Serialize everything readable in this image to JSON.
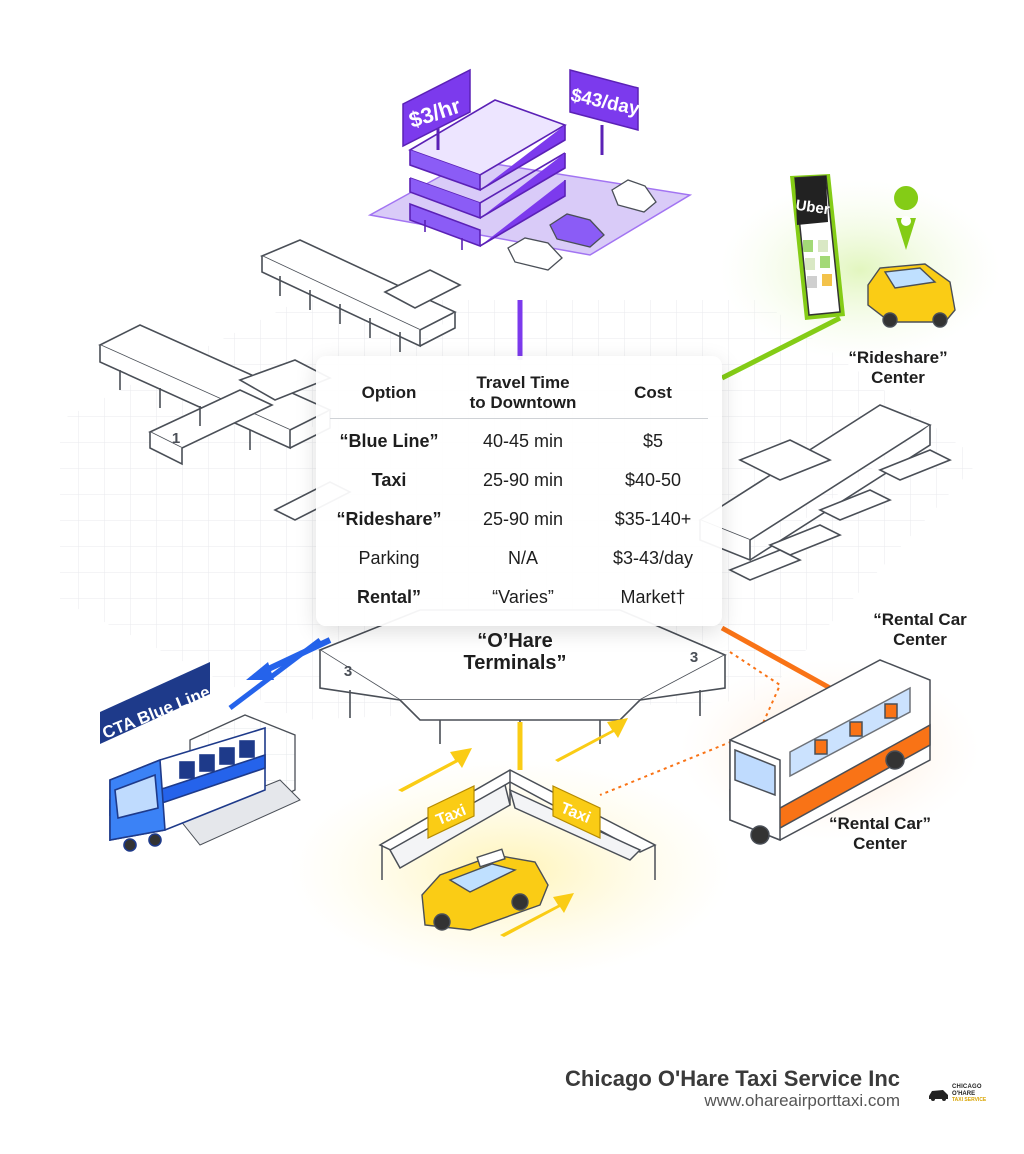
{
  "table": {
    "headers": [
      "Option",
      "Travel Time\nto Downtown",
      "Cost"
    ],
    "rows": [
      {
        "option": "“Blue Line”",
        "time": "40-45 min",
        "cost": "$5"
      },
      {
        "option": "Taxi",
        "time": "25-90 min",
        "cost": "$40-50"
      },
      {
        "option": "“Rideshare”",
        "time": "25-90 min",
        "cost": "$35-140+"
      },
      {
        "option": "Parking",
        "time": "N/A",
        "cost": "$3-43/day"
      },
      {
        "option": "Rental”",
        "time": "“Varies”",
        "cost": "Market†"
      }
    ]
  },
  "parking": {
    "sign_hourly": "$3/hr",
    "sign_daily": "$43/day"
  },
  "rideshare": {
    "phone_brand": "Uber",
    "label_line1": "“Rideshare”",
    "label_line2": "Center"
  },
  "terminals": {
    "label_line1": "“O’Hare",
    "label_line2": "Terminals”",
    "terminal_numbers": [
      "1",
      "3",
      "3"
    ]
  },
  "cta": {
    "sign": "CTA Blue Line"
  },
  "taxi": {
    "sign_left": "Taxi",
    "sign_right": "Taxi"
  },
  "rental": {
    "label_top_line1": "“Rental Car",
    "label_top_line2": "Center",
    "label_bottom_line1": "“Rental Car”",
    "label_bottom_line2": "Center"
  },
  "brand": {
    "name": "Chicago O'Hare Taxi Service Inc",
    "url": "www.ohareairporttaxi.com",
    "logo_line1": "CHICAGO",
    "logo_line2": "O'HARE",
    "logo_line3": "TAXI SERVICE"
  },
  "colors": {
    "parking": "#7c3aed",
    "rideshare": "#84cc16",
    "blue_line": "#2563eb",
    "taxi": "#facc15",
    "rental": "#f97316"
  }
}
